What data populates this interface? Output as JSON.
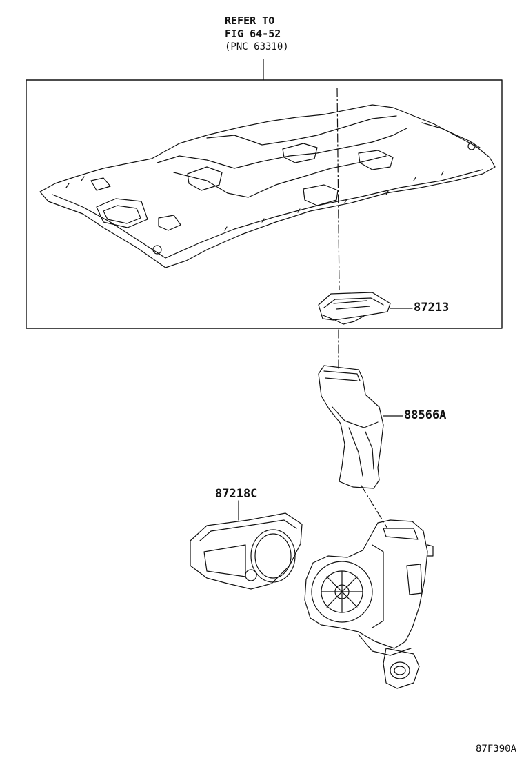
{
  "reference": {
    "line1": "REFER TO",
    "line2": "FIG 64-52",
    "line3": "(PNC 63310)"
  },
  "parts": [
    {
      "id": "87213"
    },
    {
      "id": "88566A"
    },
    {
      "id": "87218C"
    }
  ],
  "figure_code": "87F390A",
  "colors": {
    "ink": "#111111",
    "background": "#ffffff"
  }
}
